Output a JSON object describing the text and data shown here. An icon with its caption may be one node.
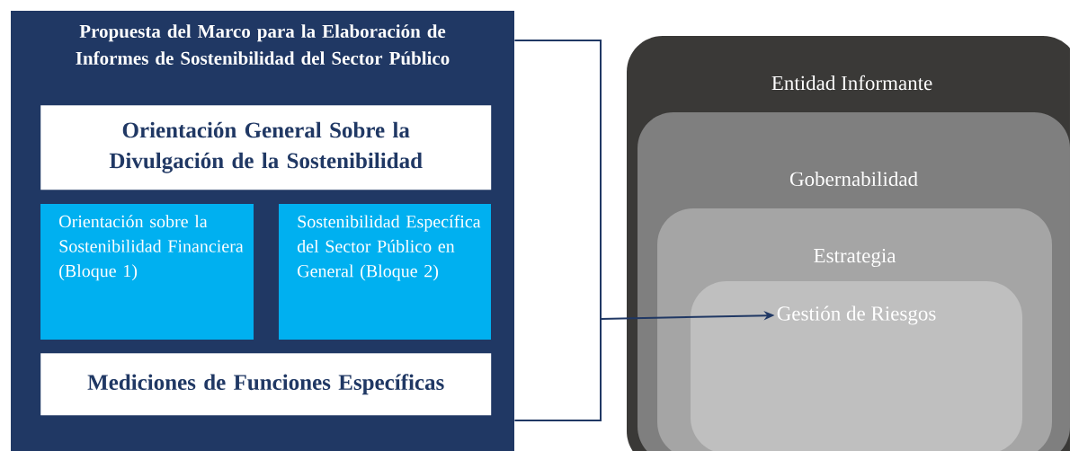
{
  "diagram": {
    "nodes": [
      {
        "text": [
          "Propuesta del Marco para la Elaboración de Informes de Sostenibilidad del Sector Público"
        ]
      },
      {
        "text": [
          "Orientación General Sobre la Divulgación de la Sostenibilidad"
        ],
        "in": 0
      },
      {
        "text": [
          "Orientación sobre la Sostenibilidad Financiera (Bloque 1)"
        ],
        "in": 0
      },
      {
        "text": [
          "Sostenibilidad Específica del Sector Público en General (Bloque 2)"
        ],
        "in": 0
      },
      {
        "text": [
          "Mediciones de Funciones Específicas"
        ],
        "in": 0
      },
      {
        "text": [
          "Entidad Informante"
        ]
      },
      {
        "text": [
          "Gobernabilidad"
        ],
        "in": 5
      },
      {
        "text": [
          "Estrategia"
        ],
        "in": 6
      },
      {
        "text": [
          "Gestión de Riesgos"
        ],
        "in": 7
      }
    ],
    "edges": [
      {
        "from": 0,
        "to": 8,
        "arrow": "to"
      }
    ]
  }
}
